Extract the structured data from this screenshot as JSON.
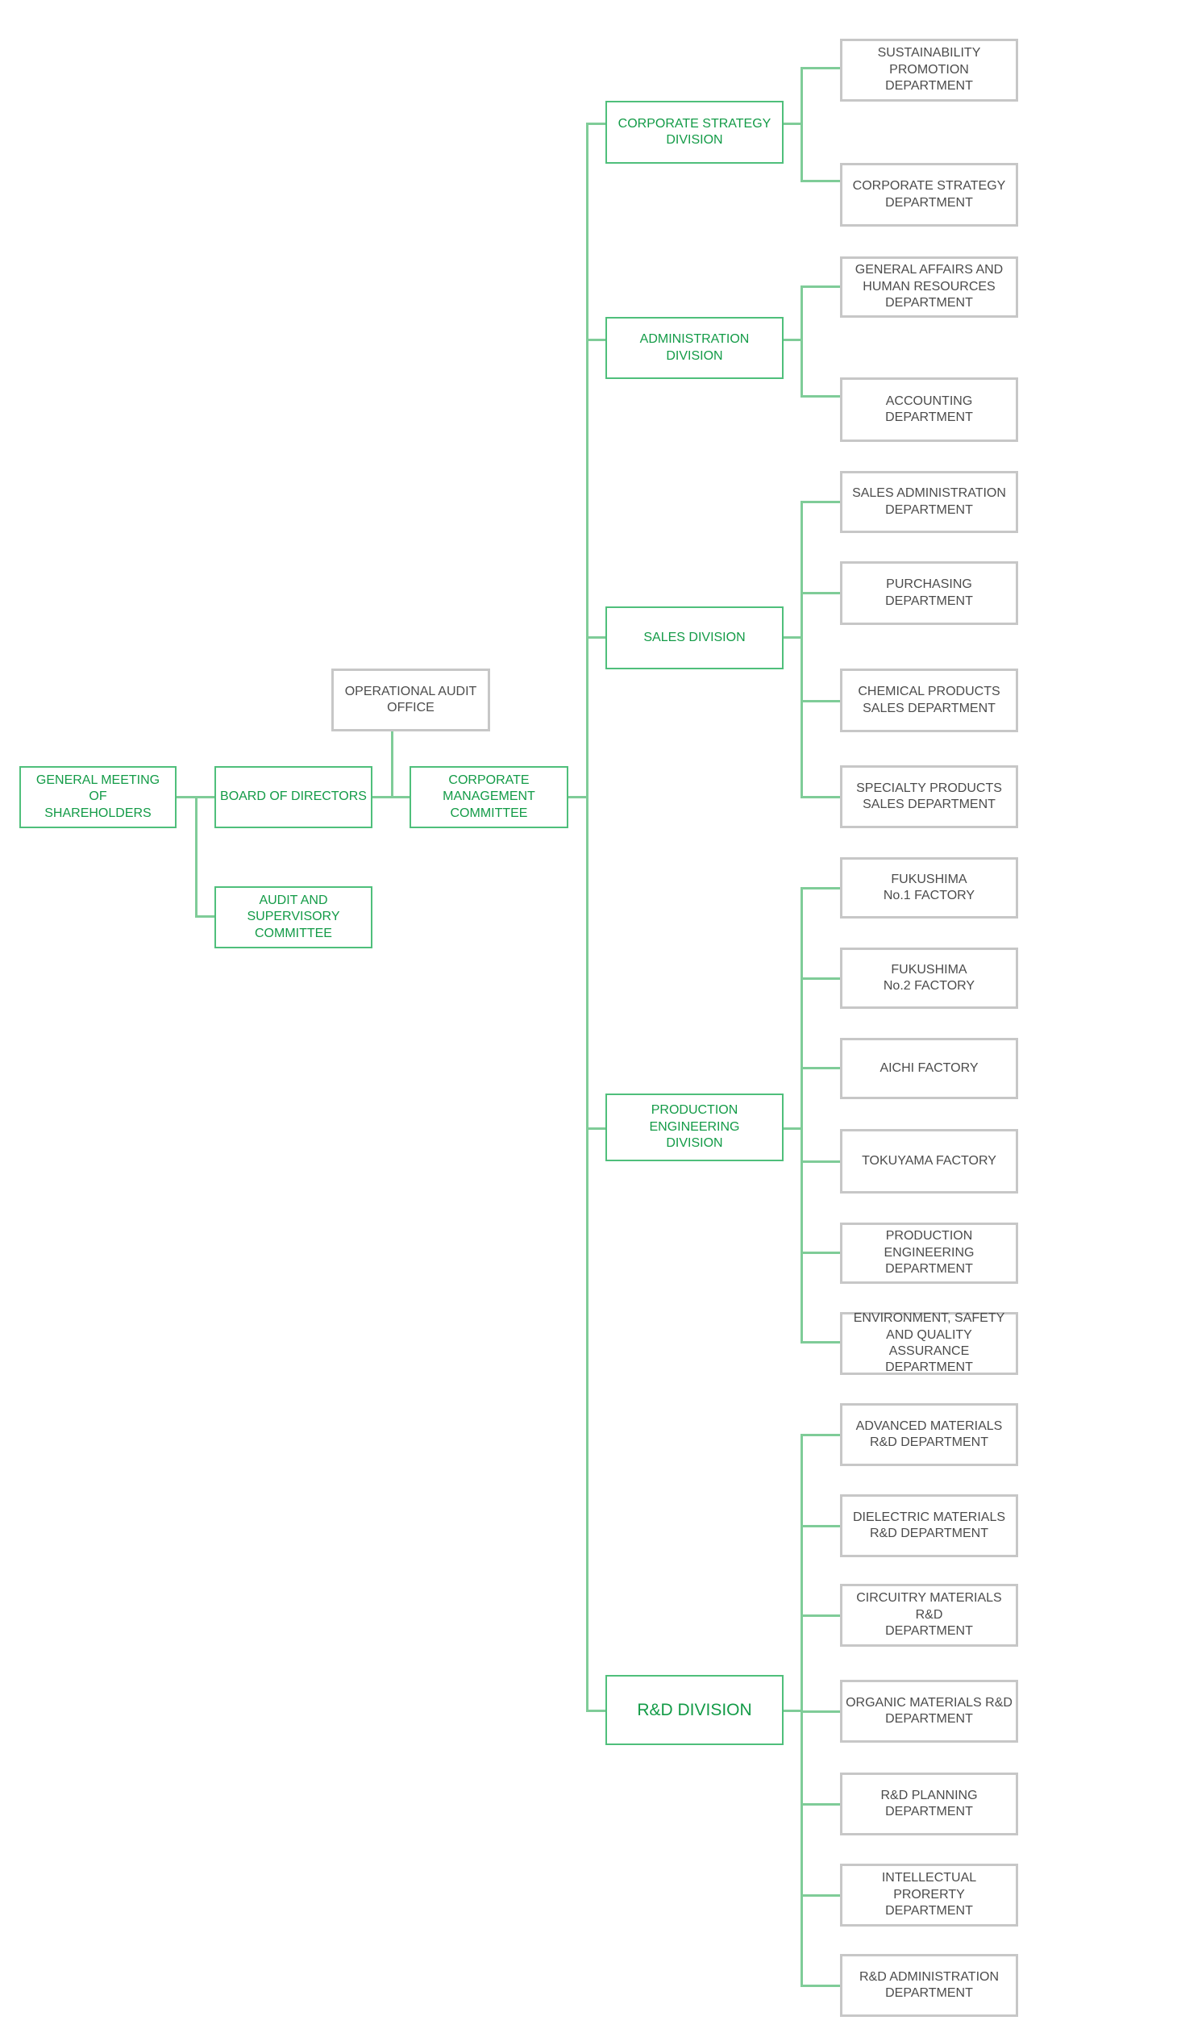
{
  "chart": {
    "top": {
      "general_meeting": "GENERAL MEETING\nOF\nSHAREHOLDERS",
      "board": "BOARD OF DIRECTORS",
      "audit_committee": "AUDIT AND\nSUPERVISORY\nCOMMITTEE",
      "operational_audit": "OPERATIONAL AUDIT\nOFFICE",
      "corporate_management": "CORPORATE\nMANAGEMENT\nCOMMITTEE"
    },
    "divisions": [
      {
        "label": "CORPORATE STRATEGY\nDIVISION",
        "departments": [
          "SUSTAINABILITY\nPROMOTION DEPARTMENT",
          "CORPORATE STRATEGY\nDEPARTMENT"
        ]
      },
      {
        "label": "ADMINISTRATION\nDIVISION",
        "departments": [
          "GENERAL AFFAIRS AND\nHUMAN RESOURCES\nDEPARTMENT",
          "ACCOUNTING\nDEPARTMENT"
        ]
      },
      {
        "label": "SALES DIVISION",
        "departments": [
          "SALES ADMINISTRATION\nDEPARTMENT",
          "PURCHASING DEPARTMENT",
          "CHEMICAL PRODUCTS\nSALES DEPARTMENT",
          "SPECIALTY PRODUCTS\nSALES DEPARTMENT"
        ]
      },
      {
        "label": "PRODUCTION ENGINEERING\nDIVISION",
        "departments": [
          "FUKUSHIMA\nNo.1 FACTORY",
          "FUKUSHIMA\nNo.2 FACTORY",
          "AICHI FACTORY",
          "TOKUYAMA FACTORY",
          "PRODUCTION ENGINEERING\nDEPARTMENT",
          "ENVIRONMENT, SAFETY\nAND QUALITY ASSURANCE\nDEPARTMENT"
        ]
      },
      {
        "label": "R&D DIVISION",
        "departments": [
          "ADVANCED MATERIALS\nR&D DEPARTMENT",
          "DIELECTRIC MATERIALS\nR&D DEPARTMENT",
          "CIRCUITRY MATERIALS R&D\nDEPARTMENT",
          "ORGANIC MATERIALS R&D\nDEPARTMENT",
          "R&D PLANNING\nDEPARTMENT",
          "INTELLECTUAL PRORERTY\nDEPARTMENT",
          "R&D ADMINISTRATION\nDEPARTMENT"
        ]
      }
    ]
  },
  "colors": {
    "connector": "#7fcc98",
    "green_border": "#4fbf7b",
    "green_text": "#139b47",
    "gray_border": "#c7c7c7",
    "gray_text": "#4c4c4c"
  }
}
